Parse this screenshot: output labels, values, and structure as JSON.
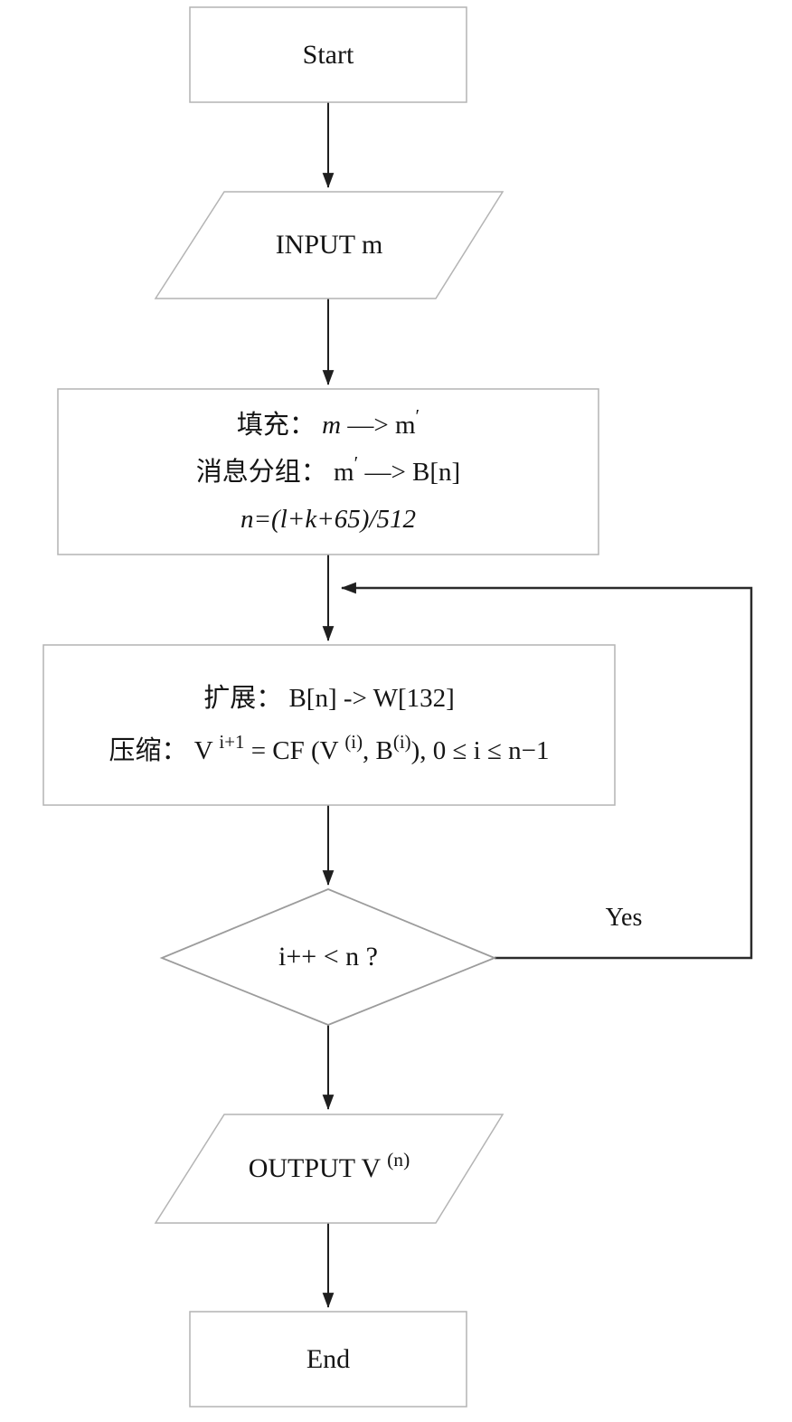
{
  "flowchart": {
    "nodes": {
      "start": {
        "label": "Start"
      },
      "input": {
        "label": "INPUT m"
      },
      "padding": {
        "line1": {
          "prefix": "填充： ",
          "var_m": "m",
          "arrow": " —> ",
          "var_m2": "m",
          "prime": "′"
        },
        "line2": {
          "prefix": "消息分组： ",
          "var_m": "m",
          "prime": "′",
          "arrow": " —> ",
          "target": "B[n]"
        },
        "line3": "n=(l+k+65)/512"
      },
      "iteration": {
        "line1": "扩展： B[n] -> W[132]",
        "line2": {
          "prefix": "压缩： ",
          "base_v": "V ",
          "sup_i1": "i+1",
          "mid1": " = CF (V ",
          "sup_i2": "(i)",
          "mid2": ", B",
          "sup_i3": "(i)",
          "tail": "), 0 ≤ i ≤ n−1"
        }
      },
      "decision": {
        "label": "i++ < n ?"
      },
      "output": {
        "prefix": "OUTPUT V ",
        "sup": "(n)"
      },
      "end": {
        "label": "End"
      }
    },
    "edges": {
      "yes_label": "Yes"
    },
    "colors": {
      "background": "#ffffff",
      "shape_border": "#b4b4b4",
      "diamond_border": "#9c9c9c",
      "connector": "#1f1f1f",
      "text": "#141414"
    }
  }
}
